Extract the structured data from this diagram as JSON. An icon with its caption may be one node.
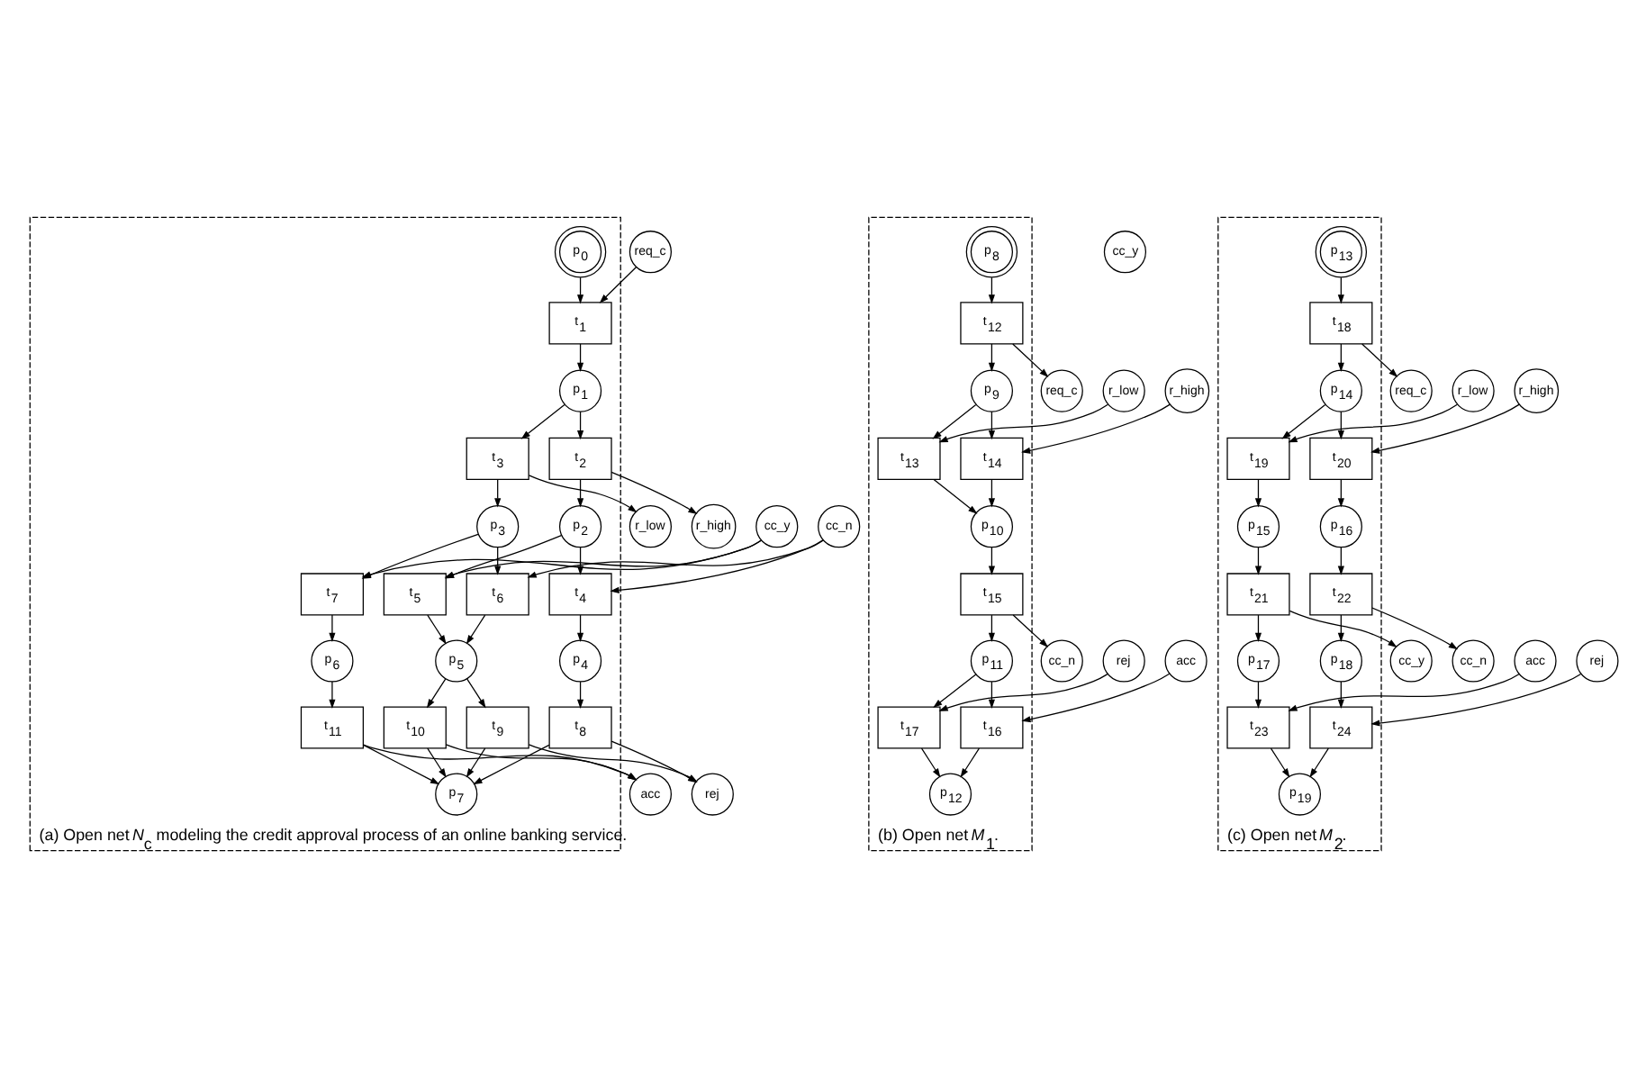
{
  "diagram": {
    "nodes": [
      {
        "text": [],
        "shape": "box",
        "beside": [
          "(a) Open net *N*$_{c}$ modeling the credit approval process of an online banking service."
        ]
      },
      {
        "text": [
          "p$_{0}$"
        ],
        "in": 0
      },
      {
        "text": [
          "t$_{1}$"
        ],
        "in": 0
      },
      {
        "text": [
          "req_c"
        ]
      },
      {
        "text": [
          "p$_{1}$"
        ],
        "in": 0
      },
      {
        "text": [
          "r_low"
        ]
      },
      {
        "text": [
          "r_high"
        ]
      },
      {
        "text": [
          "t$_{2}$"
        ],
        "in": 0
      },
      {
        "text": [
          "t$_{3}$"
        ],
        "in": 0
      },
      {
        "text": [
          "p$_{2}$"
        ],
        "in": 0
      },
      {
        "text": [
          "p$_{3}$"
        ],
        "in": 0
      },
      {
        "text": [
          "cc_y"
        ]
      },
      {
        "text": [
          "cc_n"
        ]
      },
      {
        "text": [
          "t$_{4}$"
        ],
        "in": 0
      },
      {
        "text": [
          "t$_{5}$"
        ],
        "in": 0
      },
      {
        "text": [
          "t$_{6}$"
        ],
        "in": 0
      },
      {
        "text": [
          "t$_{7}$"
        ],
        "in": 0
      },
      {
        "text": [
          "p$_{4}$"
        ],
        "in": 0
      },
      {
        "text": [
          "p$_{5}$"
        ],
        "in": 0
      },
      {
        "text": [
          "p$_{6}$"
        ],
        "in": 0
      },
      {
        "text": [
          "rej"
        ]
      },
      {
        "text": [
          "acc"
        ]
      },
      {
        "text": [
          "t$_{8}$"
        ],
        "in": 0
      },
      {
        "text": [
          "t$_{9}$"
        ],
        "in": 0
      },
      {
        "text": [
          "t$_{10}$"
        ],
        "in": 0
      },
      {
        "text": [
          "t$_{11}$"
        ],
        "in": 0
      },
      {
        "text": [
          "p$_{7}$"
        ],
        "in": 0
      },
      {
        "text": [],
        "shape": "box",
        "beside": [
          "(b) Open net *M*$_{1}$."
        ]
      },
      {
        "text": [
          "p$_{8}$"
        ],
        "in": 27
      },
      {
        "text": [
          "t$_{12}$"
        ],
        "in": 27
      },
      {
        "text": [
          "req_c"
        ]
      },
      {
        "text": [
          "p$_{9}$"
        ],
        "in": 27
      },
      {
        "text": [
          "r_low"
        ]
      },
      {
        "text": [
          "t$_{13}$"
        ],
        "in": 27
      },
      {
        "text": [
          "t$_{14}$"
        ],
        "in": 27
      },
      {
        "text": [
          "r_high"
        ]
      },
      {
        "text": [
          "p$_{10}$"
        ],
        "in": 27
      },
      {
        "text": [
          "cc_y"
        ]
      },
      {
        "text": [
          "t$_{15}$"
        ],
        "in": 27
      },
      {
        "text": [
          "cc_n"
        ]
      },
      {
        "text": [
          "p$_{11}$"
        ],
        "in": 27
      },
      {
        "text": [
          "t$_{16}$"
        ],
        "in": 27
      },
      {
        "text": [
          "t$_{17}$"
        ],
        "in": 27
      },
      {
        "text": [
          "rej"
        ]
      },
      {
        "text": [
          "acc"
        ]
      },
      {
        "text": [
          "p$_{12}$"
        ],
        "in": 27
      },
      {
        "text": [],
        "shape": "box",
        "beside": [
          "(c) Open net *M*$_{2}$."
        ]
      },
      {
        "text": [
          "p$_{13}$"
        ],
        "in": 46
      },
      {
        "text": [
          "t$_{18}$"
        ],
        "in": 46
      },
      {
        "text": [
          "req_c"
        ]
      },
      {
        "text": [
          "p$_{14}$"
        ],
        "in": 46
      },
      {
        "text": [
          "r_low"
        ]
      },
      {
        "text": [
          "t$_{19}$"
        ],
        "in": 46
      },
      {
        "text": [
          "t$_{20}$"
        ],
        "in": 46
      },
      {
        "text": [
          "r_high"
        ]
      },
      {
        "text": [
          "p$_{15}$"
        ],
        "in": 46
      },
      {
        "text": [
          "p$_{16}$"
        ],
        "in": 46
      },
      {
        "text": [
          "cc_y"
        ]
      },
      {
        "text": [
          "t$_{21}$"
        ],
        "in": 46
      },
      {
        "text": [
          "t$_{22}$"
        ],
        "in": 46
      },
      {
        "text": [
          "cc_n"
        ]
      },
      {
        "text": [
          "p$_{17}$"
        ],
        "in": 46
      },
      {
        "text": [
          "p$_{18}$"
        ],
        "in": 46
      },
      {
        "text": [
          "t$_{23}$"
        ],
        "in": 46
      },
      {
        "text": [
          "t$_{24}$"
        ],
        "in": 46
      },
      {
        "text": [
          "rej"
        ]
      },
      {
        "text": [
          "acc"
        ]
      },
      {
        "text": [
          "p$_{19}$"
        ],
        "in": 46
      }
    ],
    "edges": [
      {
        "from": 1,
        "to": 2,
        "arrow": "to"
      },
      {
        "from": 3,
        "to": 2,
        "arrow": "to"
      },
      {
        "from": 2,
        "to": 4,
        "arrow": "to"
      },
      {
        "from": 4,
        "to": 7,
        "arrow": "to"
      },
      {
        "from": 4,
        "to": 8,
        "arrow": "to"
      },
      {
        "from": 7,
        "to": 6,
        "arrow": "to"
      },
      {
        "from": 8,
        "to": 5,
        "arrow": "to"
      },
      {
        "from": 7,
        "to": 9,
        "arrow": "to"
      },
      {
        "from": 8,
        "to": 10,
        "arrow": "to"
      },
      {
        "from": 9,
        "to": 13,
        "arrow": "to"
      },
      {
        "from": 9,
        "to": 14,
        "arrow": "to"
      },
      {
        "from": 10,
        "to": 15,
        "arrow": "to"
      },
      {
        "from": 10,
        "to": 16,
        "arrow": "to"
      },
      {
        "from": 11,
        "to": 14,
        "arrow": "to"
      },
      {
        "from": 11,
        "to": 16,
        "arrow": "to"
      },
      {
        "from": 12,
        "to": 13,
        "arrow": "to"
      },
      {
        "from": 12,
        "to": 15,
        "arrow": "to"
      },
      {
        "from": 13,
        "to": 17,
        "arrow": "to"
      },
      {
        "from": 14,
        "to": 18,
        "arrow": "to"
      },
      {
        "from": 15,
        "to": 18,
        "arrow": "to"
      },
      {
        "from": 16,
        "to": 19,
        "arrow": "to"
      },
      {
        "from": 17,
        "to": 22,
        "arrow": "to"
      },
      {
        "from": 18,
        "to": 23,
        "arrow": "to"
      },
      {
        "from": 18,
        "to": 24,
        "arrow": "to"
      },
      {
        "from": 19,
        "to": 25,
        "arrow": "to"
      },
      {
        "from": 22,
        "to": 20,
        "arrow": "to"
      },
      {
        "from": 23,
        "to": 20,
        "arrow": "to"
      },
      {
        "from": 24,
        "to": 21,
        "arrow": "to"
      },
      {
        "from": 25,
        "to": 21,
        "arrow": "to"
      },
      {
        "from": 22,
        "to": 26,
        "arrow": "to"
      },
      {
        "from": 23,
        "to": 26,
        "arrow": "to"
      },
      {
        "from": 24,
        "to": 26,
        "arrow": "to"
      },
      {
        "from": 25,
        "to": 26,
        "arrow": "to"
      },
      {
        "from": 28,
        "to": 29,
        "arrow": "to"
      },
      {
        "from": 29,
        "to": 30,
        "arrow": "to"
      },
      {
        "from": 29,
        "to": 31,
        "arrow": "to"
      },
      {
        "from": 31,
        "to": 33,
        "arrow": "to"
      },
      {
        "from": 31,
        "to": 34,
        "arrow": "to"
      },
      {
        "from": 32,
        "to": 33,
        "arrow": "to"
      },
      {
        "from": 35,
        "to": 34,
        "arrow": "to"
      },
      {
        "from": 33,
        "to": 36,
        "arrow": "to"
      },
      {
        "from": 34,
        "to": 36,
        "arrow": "to"
      },
      {
        "from": 36,
        "to": 38,
        "arrow": "to"
      },
      {
        "from": 38,
        "to": 39,
        "arrow": "to"
      },
      {
        "from": 38,
        "to": 40,
        "arrow": "to"
      },
      {
        "from": 40,
        "to": 41,
        "arrow": "to"
      },
      {
        "from": 40,
        "to": 42,
        "arrow": "to"
      },
      {
        "from": 43,
        "to": 42,
        "arrow": "to"
      },
      {
        "from": 44,
        "to": 41,
        "arrow": "to"
      },
      {
        "from": 41,
        "to": 45,
        "arrow": "to"
      },
      {
        "from": 42,
        "to": 45,
        "arrow": "to"
      },
      {
        "from": 47,
        "to": 48,
        "arrow": "to"
      },
      {
        "from": 48,
        "to": 49,
        "arrow": "to"
      },
      {
        "from": 48,
        "to": 50,
        "arrow": "to"
      },
      {
        "from": 50,
        "to": 52,
        "arrow": "to"
      },
      {
        "from": 50,
        "to": 53,
        "arrow": "to"
      },
      {
        "from": 51,
        "to": 52,
        "arrow": "to"
      },
      {
        "from": 54,
        "to": 53,
        "arrow": "to"
      },
      {
        "from": 52,
        "to": 55,
        "arrow": "to"
      },
      {
        "from": 53,
        "to": 56,
        "arrow": "to"
      },
      {
        "from": 55,
        "to": 58,
        "arrow": "to"
      },
      {
        "from": 58,
        "to": 57,
        "arrow": "to"
      },
      {
        "from": 58,
        "to": 61,
        "arrow": "to"
      },
      {
        "from": 56,
        "to": 59,
        "arrow": "to"
      },
      {
        "from": 59,
        "to": 60,
        "arrow": "to"
      },
      {
        "from": 59,
        "to": 62,
        "arrow": "to"
      },
      {
        "from": 61,
        "to": 63,
        "arrow": "to"
      },
      {
        "from": 62,
        "to": 64,
        "arrow": "to"
      },
      {
        "from": 65,
        "to": 64,
        "arrow": "to"
      },
      {
        "from": 66,
        "to": 63,
        "arrow": "to"
      },
      {
        "from": 63,
        "to": 67,
        "arrow": "to"
      },
      {
        "from": 64,
        "to": 67,
        "arrow": "to"
      }
    ]
  }
}
